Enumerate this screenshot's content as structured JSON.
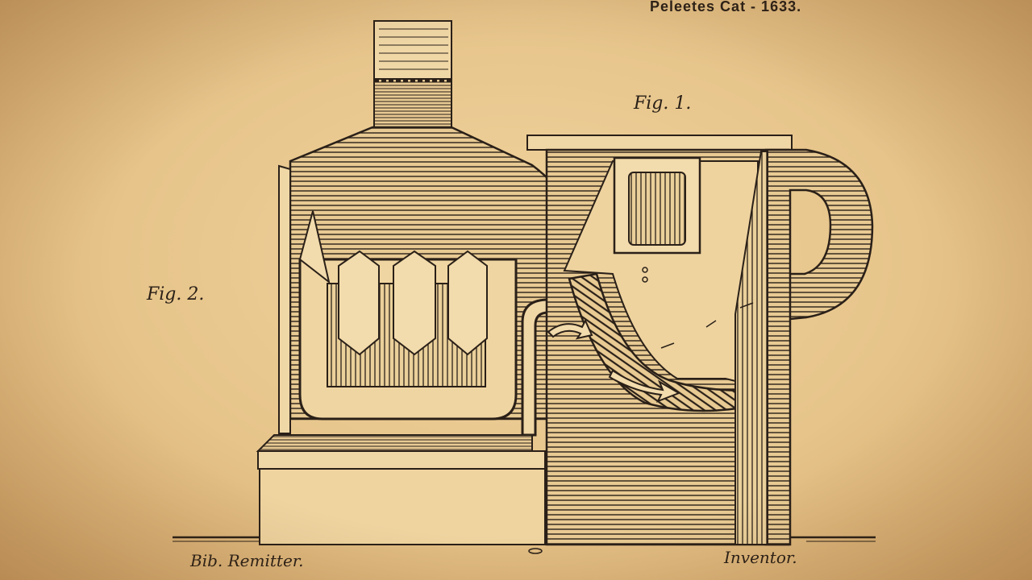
{
  "header": {
    "title": "Peleetes Cat - 1633."
  },
  "labels": {
    "fig1": "Fig. 1.",
    "fig2": "Fig. 2."
  },
  "signatures": {
    "left": "Bib. Remitter.",
    "right": "Inventor."
  },
  "colors": {
    "paper": "#e6c48a",
    "ink": "#2a2018"
  }
}
